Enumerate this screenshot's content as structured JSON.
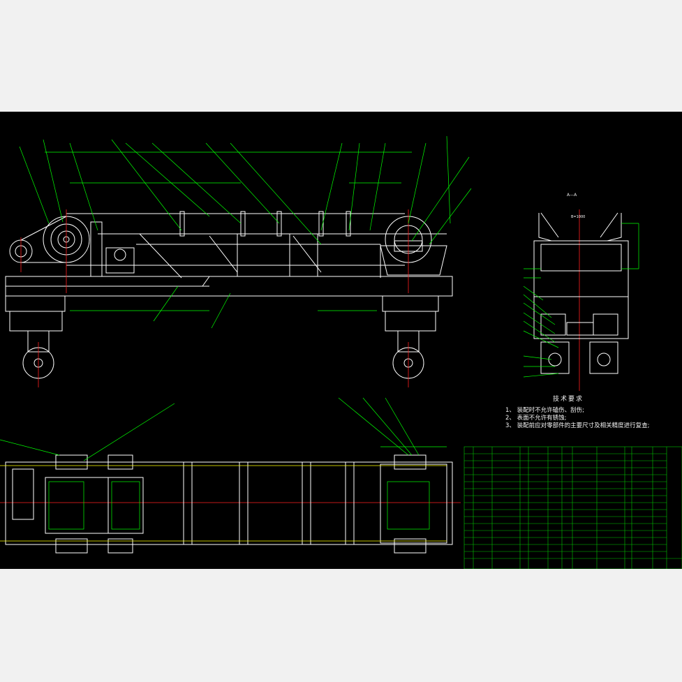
{
  "drawing": {
    "section_label": "A—A",
    "dim_label": "B=1000",
    "tech": {
      "title": "技术要求",
      "items": [
        "1、 装配时不允许磕伤、刮伤;",
        "2、 表面不允许有锈蚀;",
        "3、 装配前应对零部件的主要尺寸及相关精度进行复查;"
      ]
    }
  },
  "colors": {
    "background": "#000000",
    "page": "#f1f1f1",
    "frame": "#ffffff",
    "leader": "#00ff00",
    "center": "#ff2020",
    "table": "#00c800",
    "hidden": "#ffff00"
  }
}
